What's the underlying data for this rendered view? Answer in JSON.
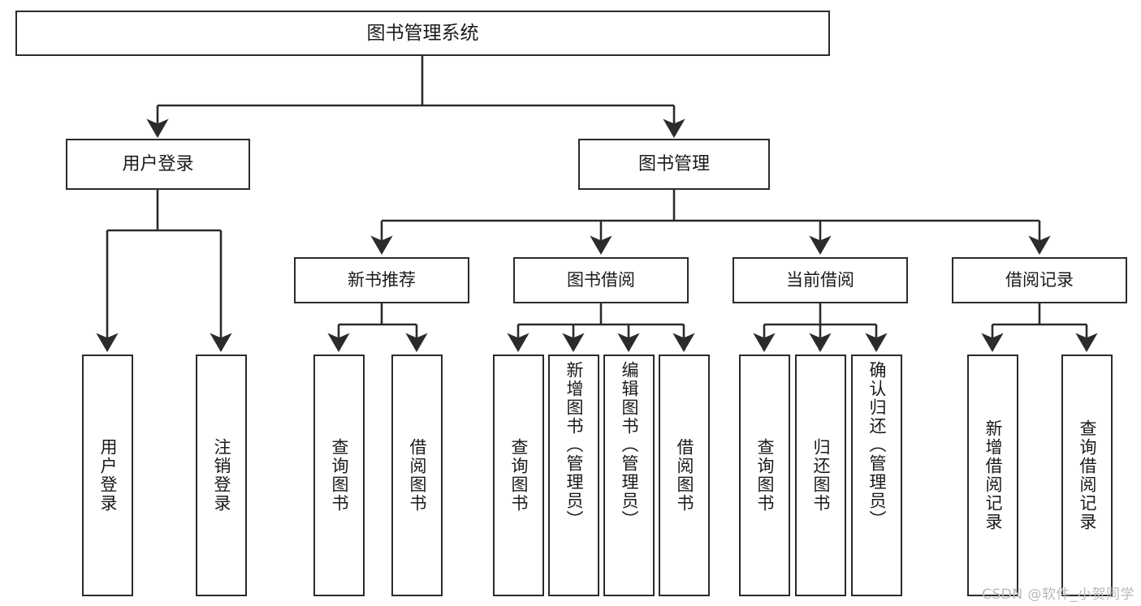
{
  "diagram": {
    "title": "图书管理系统",
    "type": "tree",
    "watermark": "CSDN @软件_小贺同学",
    "colors": {
      "stroke": "#2b2b2b",
      "fill": "#ffffff",
      "text": "#1a1a1a",
      "watermark": "#b9b9b9"
    },
    "nodes": {
      "root": {
        "label": "图书管理系统"
      },
      "level1": [
        {
          "id": "user-login",
          "label": "用户登录"
        },
        {
          "id": "book-manage",
          "label": "图书管理"
        }
      ],
      "level2": [
        {
          "id": "new-book-recommend",
          "label": "新书推荐"
        },
        {
          "id": "book-borrow",
          "label": "图书借阅"
        },
        {
          "id": "current-borrow",
          "label": "当前借阅"
        },
        {
          "id": "borrow-record",
          "label": "借阅记录"
        }
      ],
      "leaves": {
        "user-login": [
          {
            "id": "leaf-user-login",
            "label": "用户登录"
          },
          {
            "id": "leaf-logout-login",
            "label": "注销登录"
          }
        ],
        "new-book-recommend": [
          {
            "id": "leaf-query-book-1",
            "label": "查询图书"
          },
          {
            "id": "leaf-borrow-book-1",
            "label": "借阅图书"
          }
        ],
        "book-borrow": [
          {
            "id": "leaf-query-book-2",
            "label": "查询图书"
          },
          {
            "id": "leaf-add-book",
            "label": "新增图书（管理员）"
          },
          {
            "id": "leaf-edit-book",
            "label": "编辑图书（管理员）"
          },
          {
            "id": "leaf-borrow-book-2",
            "label": "借阅图书"
          }
        ],
        "current-borrow": [
          {
            "id": "leaf-query-book-3",
            "label": "查询图书"
          },
          {
            "id": "leaf-return-book",
            "label": "归还图书"
          },
          {
            "id": "leaf-confirm-return",
            "label": "确认归还（管理员）"
          }
        ],
        "borrow-record": [
          {
            "id": "leaf-add-record",
            "label": "新增借阅记录"
          },
          {
            "id": "leaf-query-record",
            "label": "查询借阅记录"
          }
        ]
      }
    }
  }
}
